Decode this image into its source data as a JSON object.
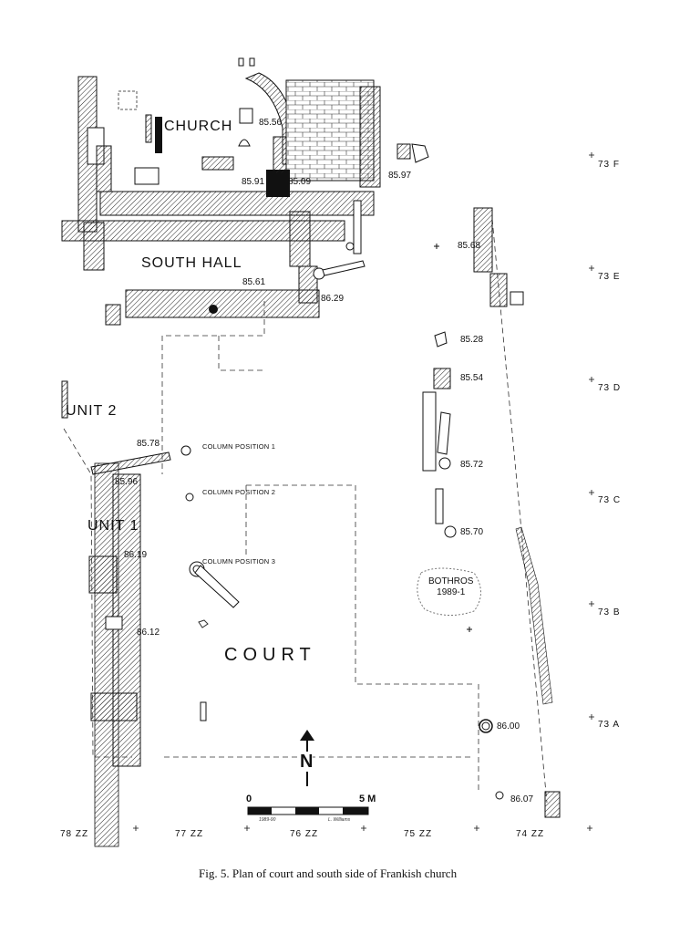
{
  "labels": {
    "church": "CHURCH",
    "south_hall": "SOUTH HALL",
    "unit2": "UNIT 2",
    "unit1": "UNIT 1",
    "court": "COURT",
    "bothros_1": "BOTHROS",
    "bothros_2": "1989-1"
  },
  "elevations": [
    "85.56",
    "85.91",
    "85.09",
    "85.97",
    "85.68",
    "85.61",
    "86.29",
    "85.28",
    "85.54",
    "85.78",
    "85.72",
    "85.96",
    "85.70",
    "86.19",
    "86.12",
    "86.00",
    "86.07"
  ],
  "columns": [
    "COLUMN POSITION 1",
    "COLUMN POSITION 2",
    "COLUMN POSITION 3"
  ],
  "grid_rows": [
    "73 F",
    "73 E",
    "73 D",
    "73 C",
    "73 B",
    "73 A"
  ],
  "grid_cols": [
    "78 ZZ",
    "77 ZZ",
    "76 ZZ",
    "75 ZZ",
    "74 ZZ"
  ],
  "scale": {
    "zero": "0",
    "max": "5 M"
  },
  "north": "N",
  "signature": {
    "date": "1989-90",
    "name": "L. Williams"
  },
  "caption": "Fig. 5. Plan of court and south side of Frankish church"
}
